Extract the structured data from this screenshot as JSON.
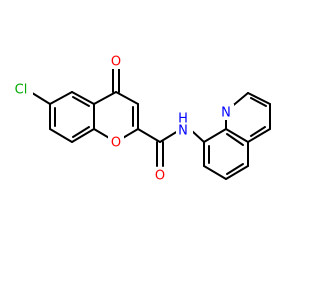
{
  "molecule": {
    "atoms": {
      "cl": {
        "symbol": "Cl",
        "color": "#00aa00"
      },
      "o_keto": {
        "symbol": "O",
        "color": "#ff0000"
      },
      "o_ring": {
        "symbol": "O",
        "color": "#ff0000"
      },
      "o_amide": {
        "symbol": "O",
        "color": "#ff0000"
      },
      "nh": {
        "symbol": "N",
        "h": "H",
        "color": "#0000ff"
      },
      "n_quin": {
        "symbol": "N",
        "color": "#0000ff"
      }
    },
    "bond_color": "#000000"
  }
}
